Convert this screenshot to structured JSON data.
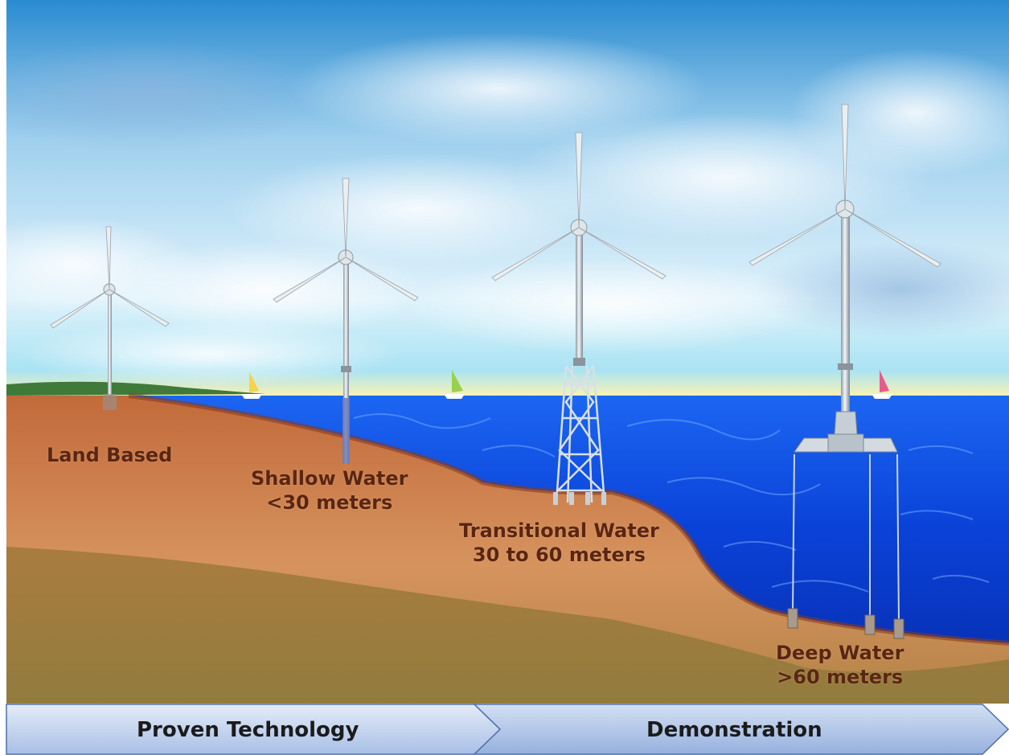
{
  "labels": {
    "land": {
      "line1": "Land Based"
    },
    "shallow": {
      "line1": "Shallow Water",
      "line2": "<30  meters"
    },
    "transitional": {
      "line1": "Transitional Water",
      "line2": "30 to 60 meters"
    },
    "deep": {
      "line1": "Deep Water",
      "line2": ">60 meters"
    }
  },
  "progress_band": {
    "segment1": "Proven Technology",
    "segment2": "Demonstration"
  },
  "colors": {
    "sky_top": "#2e8fcf",
    "sea": "#0a3fd9",
    "seabed": "#b8592c",
    "ground": "#9a7a3e",
    "label_text": "#5a2612",
    "band": "#a9bfe3"
  }
}
